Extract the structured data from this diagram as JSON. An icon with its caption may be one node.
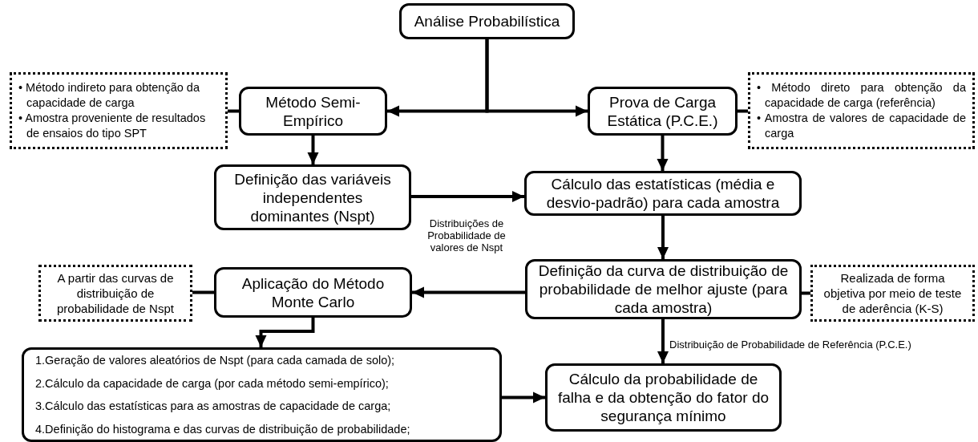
{
  "diagram": {
    "nodes": [
      {
        "text": [
          "Análise Probabilística"
        ]
      },
      {
        "text": [
          "• Método indireto para obtenção da capacidade de carga",
          "• Amostra proveniente de resultados de ensaios do tipo SPT"
        ]
      },
      {
        "text": [
          "Método Semi-Empírico"
        ]
      },
      {
        "text": [
          "Prova de Carga Estática (P.C.E.)"
        ]
      },
      {
        "text": [
          "• Método direto para obtenção da capacidade de carga (referência)",
          "• Amostra de valores de capacidade de carga"
        ]
      },
      {
        "text": [
          "Definição das variáveis independentes dominantes (Nspt)"
        ]
      },
      {
        "text": [
          "Cálculo das estatísticas (média e desvio-padrão) para cada amostra"
        ]
      },
      {
        "text": [
          "Definição da curva de distribuição de probabilidade de melhor ajuste (para cada amostra)"
        ]
      },
      {
        "text": [
          "Realizada de forma objetiva por meio de teste de aderência (K-S)"
        ]
      },
      {
        "text": [
          "A partir das curvas de distribuição de probabilidade de Nspt"
        ]
      },
      {
        "text": [
          "Aplicação do Método Monte Carlo"
        ]
      },
      {
        "text": [
          "1.Geração de valores aleatórios de Nspt (para cada camada de solo);",
          "2.Cálculo da capacidade de carga (por cada método semi-empírico);",
          "3.Cálculo das estatísticas para as amostras de capacidade de carga;",
          "4.Definição do histograma e das curvas de distribuição de probabilidade;"
        ]
      },
      {
        "text": [
          "Cálculo da probabilidade de falha e da obtenção do fator do segurança mínimo"
        ]
      }
    ],
    "edges": [
      {
        "from": 0,
        "to": 2,
        "arrow": "to"
      },
      {
        "from": 0,
        "to": 3,
        "arrow": "to"
      },
      {
        "from": 2,
        "to": 1,
        "arrow": "none"
      },
      {
        "from": 3,
        "to": 4,
        "arrow": "none"
      },
      {
        "from": 2,
        "to": 5,
        "arrow": "to"
      },
      {
        "from": 5,
        "to": 6,
        "arrow": "to"
      },
      {
        "from": 3,
        "to": 6,
        "arrow": "to"
      },
      {
        "from": 6,
        "to": 7,
        "arrow": "to"
      },
      {
        "from": 7,
        "to": 10,
        "arrow": "to",
        "label": "Distribuições de Probabilidade de valores de Nspt"
      },
      {
        "from": 10,
        "to": 9,
        "arrow": "none"
      },
      {
        "from": 7,
        "to": 8,
        "arrow": "none"
      },
      {
        "from": 10,
        "to": 11,
        "arrow": "to"
      },
      {
        "from": 7,
        "to": 12,
        "arrow": "to",
        "label": "Distribuição de Probabilidade de Referência (P.C.E.)"
      },
      {
        "from": 11,
        "to": 12,
        "arrow": "to"
      }
    ]
  }
}
